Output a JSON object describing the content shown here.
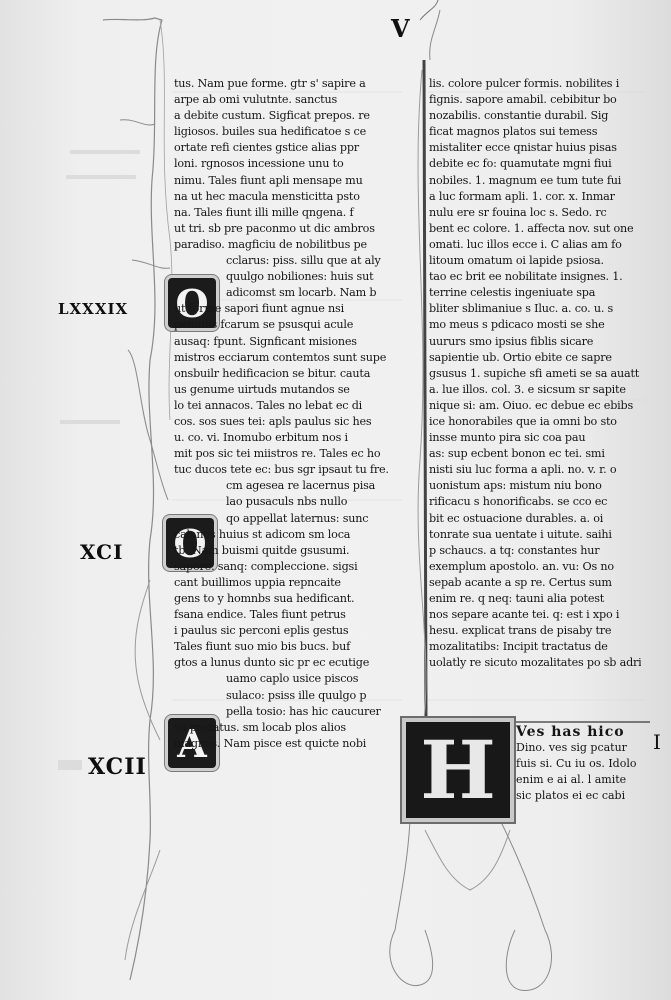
{
  "folio": "V",
  "margin_numerals": [
    "LXXXIX",
    "XCI",
    "XCII"
  ],
  "right_margin_numeral": "I",
  "initials": {
    "first": "O",
    "second": "O",
    "third": "A",
    "large": "H"
  },
  "left_column_lines": [
    "tus. Nam pue forme. gtr s' sapire a",
    "arpe ab omi vulutnte. sanctus",
    "a debite custum. Sigficat prepos. re",
    "ligiosos. builes sua hedificatoe s ce",
    "ortate refi cientes gstice alias ppr",
    "loni. rgnosos incessione unu to",
    "nimu. Tales fiunt apli mensape mu",
    "na ut hec macula mensticitta psto",
    "na. Tales fiunt illi mille qngena. f",
    "ut tri. sb pre paconmo ut dic ambros",
    "paradiso. magficiu de nobilitbus pe",
    "cclarus: piss. sillu que at aly",
    "quulgo nobiliones: huis sut",
    "adicomst sm locarb. Nam b",
    "ut forme sapori fiunt agnue nsi",
    "penuilis fcarum se psusqui acule",
    "ausaq: fpunt. Signficant misiones",
    "mistros ecciarum contemtos sunt supe",
    "onsbuilr hedificacion se bitur. cauta",
    "us genume uirtuds mutandos se",
    "lo tei annacos. Tales no lebat ec di",
    "cos. sos sues tei: apls paulus sic hes",
    "u. co. vi. Inomubo erbitum nos i",
    "mit pos sic tei miistros re. Tales ec ho",
    "tuc ducos tete ec: bus sgr ipsaut tu fre.",
    "cm agesea re lacernus pisa",
    "lao pusaculs nbs nullo",
    "qo appellat laternus: sunc",
    "calanos huius st adicom sm loca",
    "tb. Nam buismi quitde gsusumi.",
    "sapore. sanq: compleccione. sigsi",
    "cant buillimos uppia repncaite",
    "gens to y homnbs sua hedificant.",
    "fsana endice. Tales fiunt petrus",
    "i paulus sic perconi eplis gestus",
    "Tales fiunt suo mio bis bucs. buf",
    "gtos a lunus dunto sic pr ec ecutige",
    "uamo caplo usice piscos",
    "sulaco: psiss ille quulgo p",
    "pella tosio: has hic caucurer",
    "su pretatus. sm locab plos alios",
    "magnos. Nam pisce est quicte nobi"
  ],
  "right_column_lines": [
    "lis. colore pulcer formis. nobilites i",
    "fignis. sapore amabil. cebibitur bo",
    "nozabilis. constantie durabil. Sig",
    "ficat magnos platos sui temess",
    "mistaliter ecce qnistar huius pisas",
    "debite ec fo: quamutate mgni fiui",
    "nobiles. 1. magnum ee tum tute fui",
    "a luc formam apli. 1. cor. x. Inmar",
    "nulu ere sr fouina loc s. Sedo. rc",
    "bent ec colore. 1. affecta nov. sut one",
    "omati. luc illos ecce i. C alias am fo",
    "litoum omatum oi lapide psiosa.",
    "tao ec brit ee nobilitate insignes. 1.",
    "terrine celestis ingeniuate spa",
    "bliter sblimaniue s Iluc. a. co. u. s",
    "mo meus s pdicaco mosti se she",
    "uururs smo ipsius fiblis sicare",
    "sapientie ub. Ortio ebite ce sapre",
    "gsusus 1. supiche sfi ameti se sa auatt",
    "a. lue illos. col. 3. e sicsum sr sapite",
    "nique si: am. Oiuo. ec debue ec ebibs",
    "ice honorabiles que ia omni bo sto",
    "insse munto pira sic coa pau",
    "as: sup ecbent bonon ec tei. smi",
    "nisti siu luc forma a apli. no. v. r. o",
    "uonistum aps: mistum niu bono",
    "rificacu s honorificabs. se cco ec",
    "bit ec ostuacione durables. a. oi",
    "tonrate sua uentate i uitute. saihi",
    "p schaucs. a tq: constantes hur",
    "exemplum apostolo. an. vu: Os no",
    "sepab acante a sp re. Certus sum",
    "enim re. q neq: tauni alia potest",
    "nos separe acante tei. q: est i xpo i",
    "hesu. explicat trans de pisaby tre",
    "mozalitatibs: Incipit tractatus de",
    "uolatly re sicuto mozalitates po sb adric",
    "",
    "",
    "",
    "",
    ""
  ],
  "incipit": {
    "title": "Ves has hico",
    "lines": [
      "Dino. ves sig pcatur",
      "fuis si. Cu iu os. Idolo",
      "enim e ai al. l amite",
      "sic platos ei ec cabi"
    ]
  }
}
